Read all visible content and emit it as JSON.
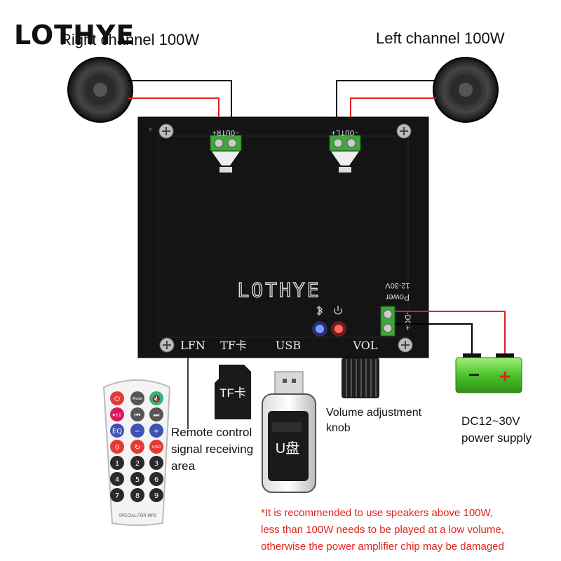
{
  "brand": "LOTHYE",
  "speakers": {
    "right_label": "Right channel 100W",
    "left_label": "Left channel 100W"
  },
  "board": {
    "logo": "LOTHYE",
    "out_r": "-OUTR+",
    "out_l": "-OUTL+",
    "power_label": "Power",
    "power_range": "12-30V",
    "dc_in": "-DC+",
    "labels": {
      "lfn": "LFN",
      "tf": "TF卡",
      "usb": "USB",
      "vol": "VOL"
    },
    "indicators": [
      "bluetooth-icon",
      "power-icon"
    ]
  },
  "remote_caption": [
    "Remote control",
    "signal receiving",
    "area"
  ],
  "tf_card_label": "TF卡",
  "usb_drive_label": "U盘",
  "volume_caption": [
    "Volume adjustment",
    "knob"
  ],
  "power_supply_caption": [
    "DC12~30V",
    "power supply"
  ],
  "battery": {
    "minus": "−",
    "plus": "+"
  },
  "remote": {
    "footer": "SPECIAL FOR MP3",
    "buttons": [
      "⏻",
      "Mode",
      "🔇",
      "▶❙❙",
      "⏮",
      "⏭",
      "EQ",
      "−",
      "+",
      "0",
      "↻",
      "U/SD",
      "1",
      "2",
      "3",
      "4",
      "5",
      "6",
      "7",
      "8",
      "9"
    ]
  },
  "warning": [
    "*It is recommended to use speakers above 100W,",
    "less than 100W needs to be played at a low volume,",
    "otherwise the power amplifier chip may be damaged"
  ],
  "colors": {
    "board": "#141414",
    "wire_red": "#e02020",
    "battery_green": "#5fd13a",
    "warning": "#e0241c"
  }
}
